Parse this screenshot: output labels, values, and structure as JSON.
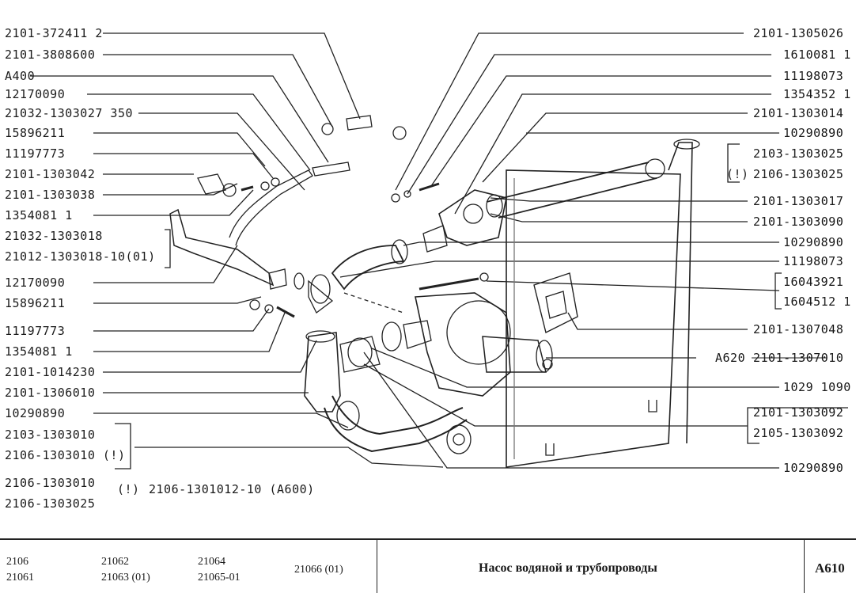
{
  "left_labels": [
    "2101-372411 2",
    "2101-3808600",
    "А400",
    "12170090",
    "21032-1303027 350",
    "15896211",
    "11197773",
    "2101-1303042",
    "2101-1303038",
    "1354081 1",
    "21032-1303018",
    "21012-1303018-10(01)",
    "12170090",
    "15896211",
    "11197773",
    "1354081 1",
    "2101-1014230",
    "2101-1306010",
    "10290890",
    "2103-1303010",
    "2106-1303010 (!)"
  ],
  "bottom_left_labels": [
    "2106-1303010",
    "(!)",
    "2106-1301012-10 (А600)",
    "2106-1303025"
  ],
  "right_labels": [
    "2101-1305026",
    "1610081 1",
    "11198073",
    "1354352 1",
    "2101-1303014",
    "10290890",
    "2103-1303025",
    "(!)",
    "2106-1303025",
    "2101-1303017",
    "2101-1303090",
    "10290890",
    "11198073",
    "16043921",
    "1604512 1",
    "2101-1307048",
    "А620",
    "2101-1307010",
    "1029 1090",
    "2101-1303092",
    "2105-1303092",
    "10290890"
  ],
  "footer": {
    "models": [
      [
        "2106",
        "21061"
      ],
      [
        "21062",
        "21063 (01)"
      ],
      [
        "21064",
        "21065-01"
      ],
      [
        "21066 (01)"
      ]
    ],
    "title": "Насос водяной и трубопроводы",
    "code": "А610"
  }
}
